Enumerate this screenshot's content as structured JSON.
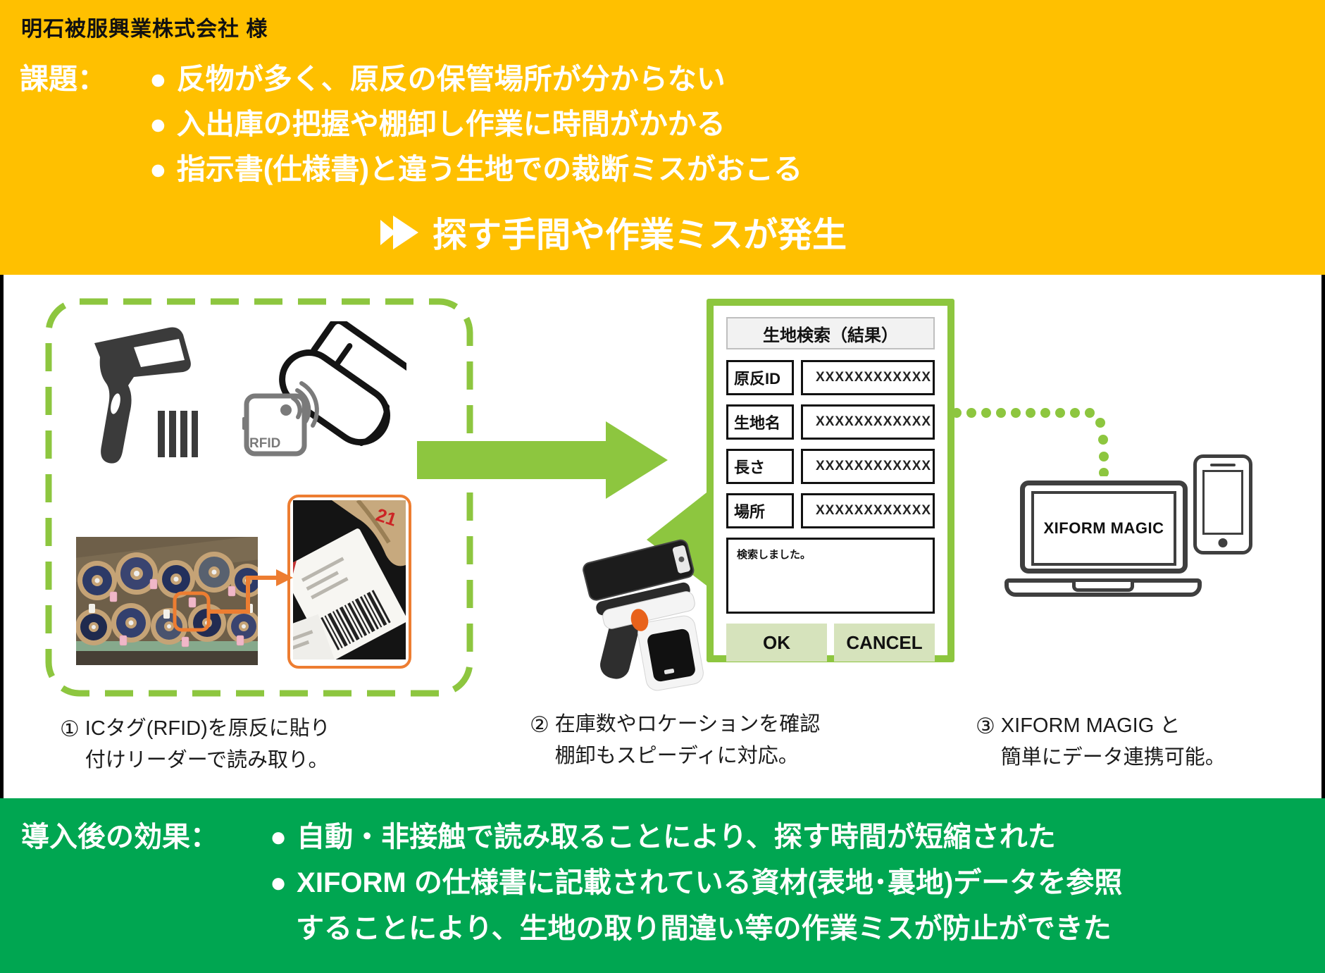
{
  "colors": {
    "band_yellow": "#FFC000",
    "band_green": "#00A651",
    "accent_light_green": "#8DC63F",
    "button_green": "#D6E3BC",
    "accent_orange": "#ED7D31"
  },
  "header": {
    "company": "明石被服興業株式会社 様",
    "label": "課題：",
    "bullet_char": "●",
    "bullets": [
      "反物が多く、原反の保管場所が分からない",
      "入出庫の把握や棚卸し作業に時間がかかる",
      "指示書(仕様書)と違う生地での裁断ミスがおこる"
    ],
    "conclusion": "探す手間や作業ミスが発生"
  },
  "diagram": {
    "rfid_label": "RFID",
    "photo_marking": "21",
    "panel": {
      "title": "生地検索（結果）",
      "fields": [
        {
          "label": "原反ID",
          "value": "XXXXXXXXXXXX"
        },
        {
          "label": "生地名",
          "value": "XXXXXXXXXXXX"
        },
        {
          "label": "長さ",
          "value": "XXXXXXXXXXXX"
        },
        {
          "label": "場所",
          "value": "XXXXXXXXXXXX"
        }
      ],
      "message": "検索しました。",
      "ok_label": "OK",
      "cancel_label": "CANCEL"
    },
    "laptop_label": "XIFORM MAGIC",
    "captions": [
      {
        "num": "①",
        "line1": "ICタグ(RFID)を原反に貼り",
        "line2": "付けリーダーで読み取り。"
      },
      {
        "num": "②",
        "line1": "在庫数やロケーションを確認",
        "line2": "棚卸もスピーディに対応。"
      },
      {
        "num": "③",
        "line1": "XIFORM MAGIG と",
        "line2": "簡単にデータ連携可能。"
      }
    ]
  },
  "footer": {
    "label": "導入後の効果：",
    "bullet_char": "●",
    "bullets": [
      "自動・非接触で読み取ることにより、探す時間が短縮された",
      "XIFORM の仕様書に記載されている資材(表地･裏地)データを参照"
    ],
    "continuation": "することにより、生地の取り間違い等の作業ミスが防止ができた"
  }
}
